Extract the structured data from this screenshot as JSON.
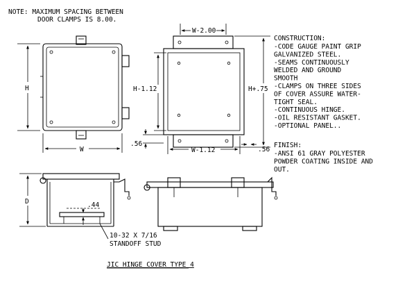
{
  "note": {
    "line1": "NOTE: MAXIMUM SPACING BETWEEN",
    "line2": "DOOR CLAMPS IS 8.00."
  },
  "dimensions": {
    "h": "H",
    "w": "W",
    "h_minus": "H-1.12",
    "h_plus": "H+.75",
    "w_minus_2": "W-2.00",
    "w_minus_1_12": "W-1.12",
    "left_offset": ".56",
    "right_offset": ".56",
    "d": "D",
    "stud_height": ".44"
  },
  "construction": {
    "heading": "CONSTRUCTION:",
    "lines": [
      "-CODE GAUGE PAINT GRIP",
      "GALVANIZED STEEL.",
      "-SEAMS CONTINUOUSLY",
      "WELDED AND GROUND",
      "SMOOTH",
      "-CLAMPS ON THREE SIDES",
      "OF COVER ASSURE WATER-",
      "TIGHT SEAL.",
      "-CONTINUOUS HINGE.",
      "-OIL RESISTANT GASKET.",
      "-OPTIONAL PANEL.."
    ]
  },
  "finish": {
    "heading": "FINISH:",
    "lines": [
      "-ANSI 61 GRAY POLYESTER",
      "POWDER COATING INSIDE AND",
      "OUT."
    ]
  },
  "stud_callout": {
    "line1": "10-32 X 7/16",
    "line2": "STANDOFF STUD"
  },
  "title": "JIC HINGE COVER TYPE 4"
}
